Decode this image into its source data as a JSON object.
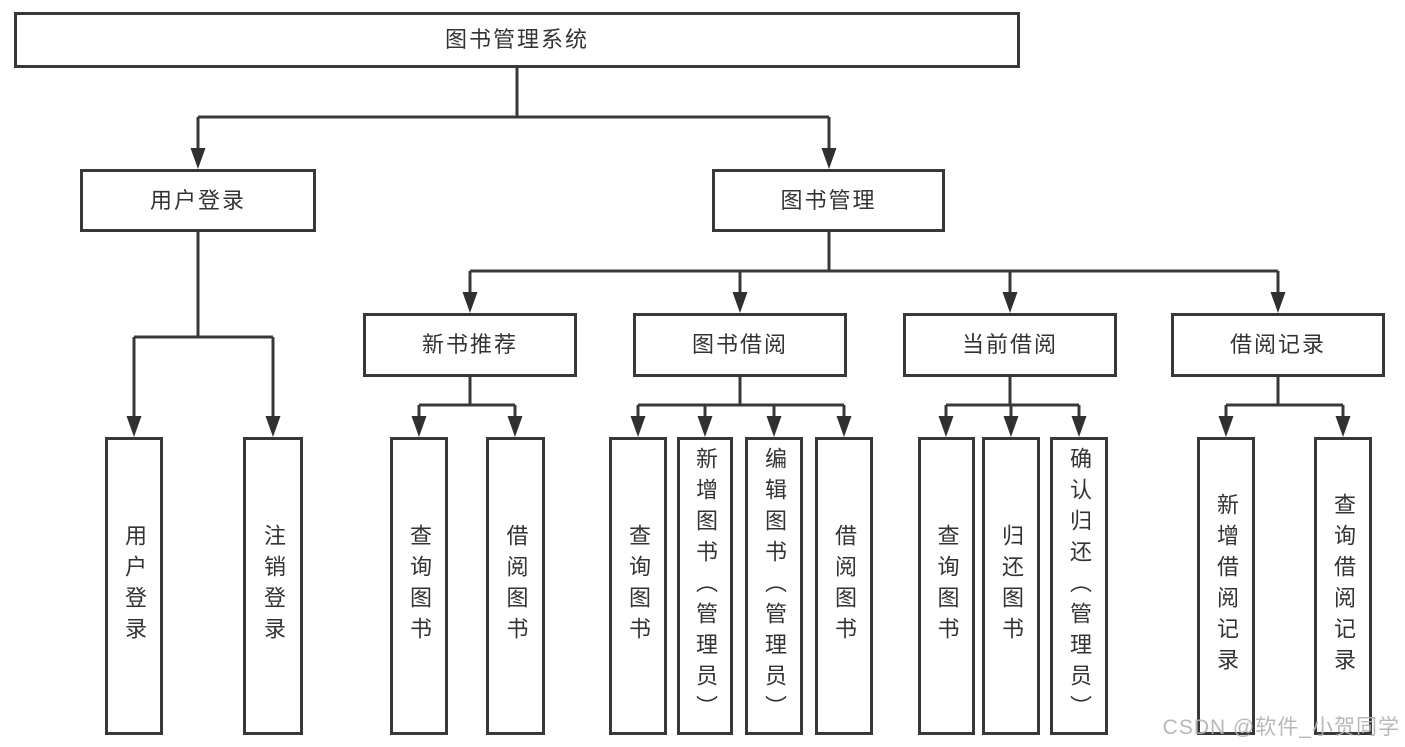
{
  "nodes": {
    "root": "图书管理系统",
    "user_login": "用户登录",
    "book_management": "图书管理",
    "new_book_recommend": "新书推荐",
    "book_borrowing": "图书借阅",
    "current_borrowing": "当前借阅",
    "borrowing_records": "借阅记录",
    "leaf_user_login": "用户登录",
    "leaf_logout": "注销登录",
    "recommend_query_books": "查询图书",
    "recommend_borrow_books": "借阅图书",
    "borrowing_query_books": "查询图书",
    "borrowing_add_books": "新增图书（管理员）",
    "borrowing_edit_books": "编辑图书（管理员）",
    "borrowing_borrow_books": "借阅图书",
    "current_query_books": "查询图书",
    "current_return_books": "归还图书",
    "current_confirm_return": "确认归还（管理员）",
    "records_add_record": "新增借阅记录",
    "records_query_record": "查询借阅记录"
  },
  "watermark": "CSDN @软件_小贺同学",
  "colors": {
    "line": "#383838",
    "text": "#333333",
    "watermark": "#b2b2b2",
    "background": "#ffffff"
  }
}
